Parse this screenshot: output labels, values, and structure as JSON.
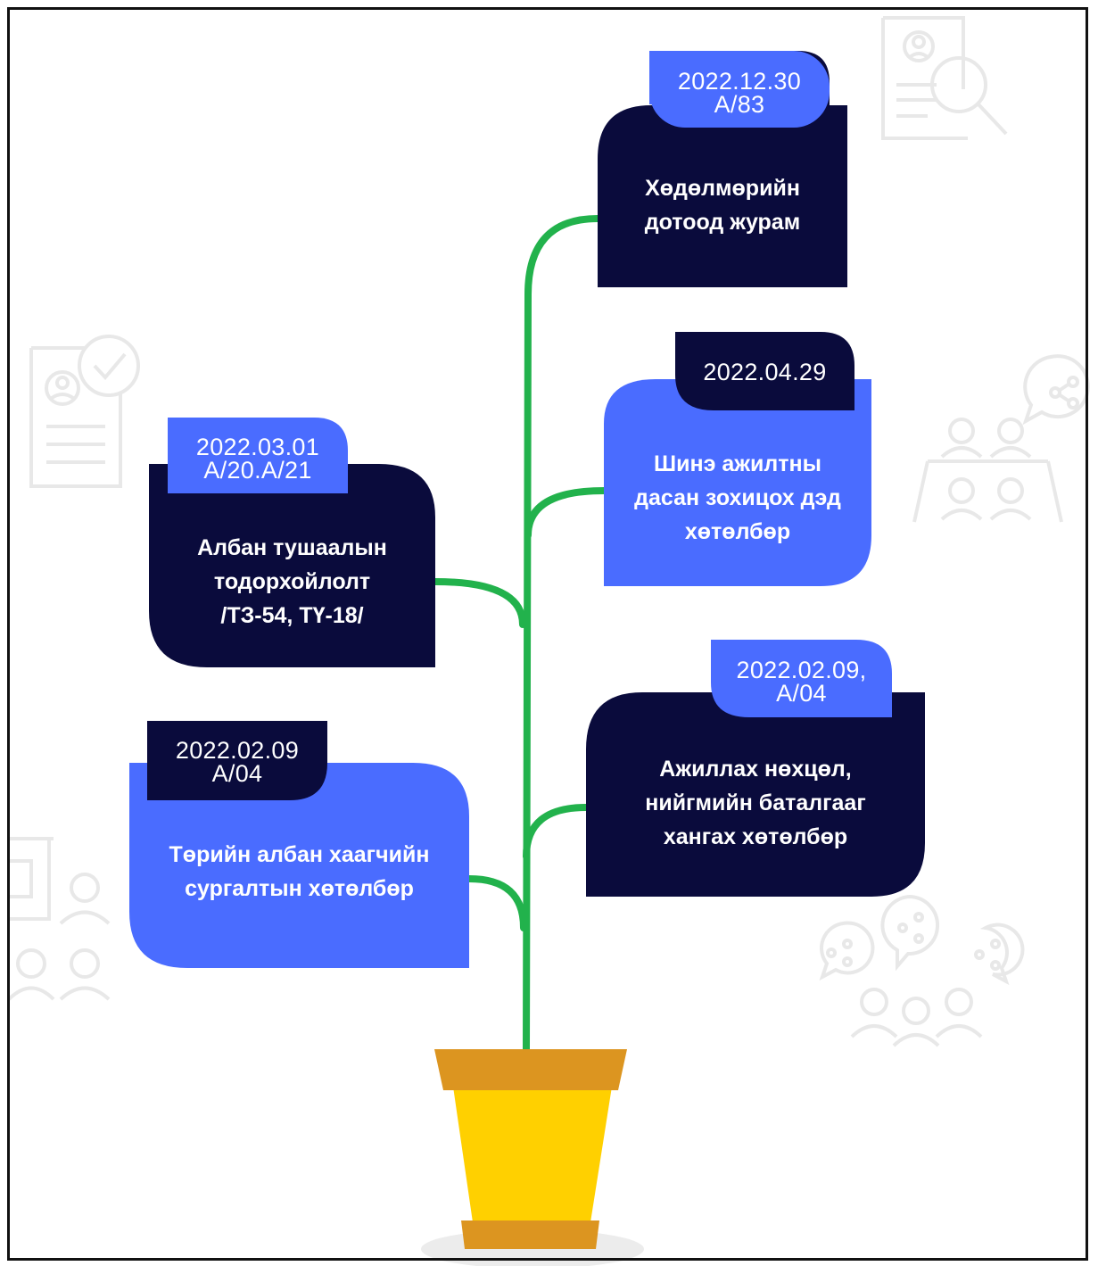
{
  "colors": {
    "navy": "#0a0b3c",
    "blue": "#4a6cff",
    "stem": "#22b24c",
    "pot_rim": "#dc9520",
    "pot_body": "#ffd000",
    "pot_base": "#dc9520",
    "shadow": "#ececec",
    "decor": "#e8e8e8"
  },
  "icons": [
    "document-search-icon",
    "resume-check-icon",
    "meeting-share-icon",
    "person-computer-icon",
    "group-share-icon"
  ],
  "nodes": [
    {
      "tag_lines": [
        "2022.12.30",
        "А/83"
      ],
      "title_lines": [
        "Хөдөлмөрийн",
        "дотоод журам"
      ]
    },
    {
      "tag_lines": [
        "2022.04.29"
      ],
      "title_lines": [
        "Шинэ ажилтны",
        "дасан зохицох дэд",
        "хөтөлбөр"
      ]
    },
    {
      "tag_lines": [
        "2022.03.01",
        "А/20.А/21"
      ],
      "title_lines": [
        "Албан тушаалын",
        "тодорхойлолт",
        "/ТЗ-54, ТҮ-18/"
      ]
    },
    {
      "tag_lines": [
        "2022.02.09,",
        "А/04"
      ],
      "title_lines": [
        "Ажиллах нөхцөл,",
        "нийгмийн баталгааг",
        "хангах хөтөлбөр"
      ]
    },
    {
      "tag_lines": [
        "2022.02.09",
        "А/04"
      ],
      "title_lines": [
        "Төрийн албан хаагчийн",
        "сургалтын хөтөлбөр"
      ]
    }
  ]
}
